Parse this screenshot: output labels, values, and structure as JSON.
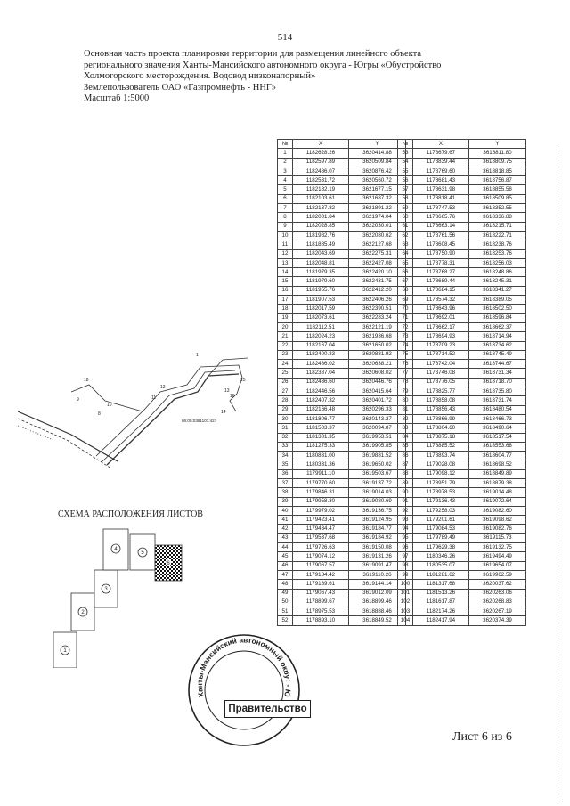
{
  "page_number": "514",
  "header": {
    "line1": "Основная часть проекта планировки территории для размещения линейного объекта",
    "line2": "регионального значения Ханты-Мансийского автономного округа - Югры «Обустройство",
    "line3": "Холмогорского месторождения. Водовод низконапорный»",
    "line4": "Землепользователь ОАО «Газпромнефть - ННГ»",
    "line5": "Масштаб 1:5000"
  },
  "table": {
    "headers": [
      "№",
      "X",
      "Y"
    ],
    "left_rows": [
      [
        "1",
        "1182628.26",
        "3620414.88"
      ],
      [
        "2",
        "1182597.89",
        "3620509.84"
      ],
      [
        "3",
        "1182486.07",
        "3620876.42"
      ],
      [
        "4",
        "1182531.72",
        "3620560.72"
      ],
      [
        "5",
        "1182182.19",
        "3621677.15"
      ],
      [
        "6",
        "1182103.61",
        "3621687.32"
      ],
      [
        "7",
        "1182137.82",
        "3621891.22"
      ],
      [
        "8",
        "1182001.84",
        "3621974.04"
      ],
      [
        "9",
        "1182028.85",
        "3622030.01"
      ],
      [
        "10",
        "1181982.76",
        "3622080.62"
      ],
      [
        "11",
        "1181885.49",
        "3622127.68"
      ],
      [
        "12",
        "1182043.69",
        "3622275.31"
      ],
      [
        "13",
        "1182048.81",
        "3622427.08"
      ],
      [
        "14",
        "1181979.35",
        "3622420.10"
      ],
      [
        "15",
        "1181979.60",
        "3622431.75"
      ],
      [
        "16",
        "1181955.76",
        "3622412.20"
      ],
      [
        "17",
        "1181907.53",
        "3622406.26"
      ],
      [
        "18",
        "1182017.59",
        "3622390.51"
      ],
      [
        "19",
        "1182073.61",
        "3622283.24"
      ],
      [
        "20",
        "1182112.51",
        "3622121.19"
      ],
      [
        "21",
        "1182024.23",
        "3621936.68"
      ],
      [
        "22",
        "1182167.04",
        "3621650.02"
      ],
      [
        "23",
        "1182400.33",
        "3620881.92"
      ],
      [
        "24",
        "1182486.02",
        "3620638.21"
      ],
      [
        "25",
        "1182387.04",
        "3620608.02"
      ],
      [
        "26",
        "1182436.60",
        "3620446.76"
      ],
      [
        "27",
        "1182446.56",
        "3620415.64"
      ],
      [
        "28",
        "1182407.32",
        "3620401.72"
      ],
      [
        "29",
        "1182166.48",
        "3620296.33"
      ],
      [
        "30",
        "1181806.77",
        "3620143.27"
      ],
      [
        "31",
        "1181503.37",
        "3620094.87"
      ],
      [
        "32",
        "1181301.35",
        "3619953.51"
      ],
      [
        "33",
        "1181275.33",
        "3619905.85"
      ],
      [
        "34",
        "1180831.00",
        "3619881.52"
      ],
      [
        "35",
        "1180331.36",
        "3619650.02"
      ],
      [
        "36",
        "1179911.10",
        "3619503.67"
      ],
      [
        "37",
        "1179770.60",
        "3619137.72"
      ],
      [
        "38",
        "1179846.31",
        "3619014.03"
      ],
      [
        "39",
        "1179958.30",
        "3619080.69"
      ],
      [
        "40",
        "1179979.02",
        "3619136.75"
      ],
      [
        "41",
        "1179423.41",
        "3619124.95"
      ],
      [
        "42",
        "1179434.47",
        "3619184.77"
      ],
      [
        "43",
        "1179537.68",
        "3619184.92"
      ],
      [
        "44",
        "1179726.63",
        "3619150.08"
      ],
      [
        "45",
        "1179074.12",
        "3619131.26"
      ],
      [
        "46",
        "1179067.57",
        "3619091.47"
      ],
      [
        "47",
        "1179184.42",
        "3619110.26"
      ],
      [
        "48",
        "1179189.61",
        "3619144.14"
      ],
      [
        "49",
        "1179067.43",
        "3619012.09"
      ],
      [
        "50",
        "1178899.67",
        "3618899.46"
      ],
      [
        "51",
        "1178975.53",
        "3618888.46"
      ],
      [
        "52",
        "1178893.10",
        "3618849.52"
      ]
    ],
    "right_rows": [
      [
        "53",
        "1178679.67",
        "3618811.80"
      ],
      [
        "54",
        "1178839.44",
        "3618809.75"
      ],
      [
        "55",
        "1178769.60",
        "3618818.85"
      ],
      [
        "56",
        "1178681.43",
        "3618756.87"
      ],
      [
        "57",
        "1178631.98",
        "3618855.58"
      ],
      [
        "58",
        "1178818.41",
        "3618509.85"
      ],
      [
        "59",
        "1178747.53",
        "3618352.55"
      ],
      [
        "60",
        "1178665.76",
        "3618336.88"
      ],
      [
        "61",
        "1178663.14",
        "3618215.71"
      ],
      [
        "62",
        "1178761.56",
        "3618222.71"
      ],
      [
        "63",
        "1178608.45",
        "3618238.76"
      ],
      [
        "64",
        "1178750.90",
        "3618253.76"
      ],
      [
        "65",
        "1178778.31",
        "3618256.03"
      ],
      [
        "66",
        "1178768.27",
        "3618248.86"
      ],
      [
        "67",
        "1178689.44",
        "3618245.31"
      ],
      [
        "68",
        "1178684.15",
        "3618341.27"
      ],
      [
        "69",
        "1178574.32",
        "3618389.05"
      ],
      [
        "70",
        "1178643.96",
        "3618502.50"
      ],
      [
        "71",
        "1178692.01",
        "3618596.84"
      ],
      [
        "72",
        "1178662.17",
        "3618662.37"
      ],
      [
        "73",
        "1178694.93",
        "3618714.94"
      ],
      [
        "74",
        "1178709.23",
        "3618734.62"
      ],
      [
        "75",
        "1178714.52",
        "3618745.49"
      ],
      [
        "76",
        "1178742.04",
        "3618744.67"
      ],
      [
        "77",
        "1178746.08",
        "3618731.34"
      ],
      [
        "78",
        "1178776.05",
        "3618718.70"
      ],
      [
        "79",
        "1178825.77",
        "3618735.80"
      ],
      [
        "80",
        "1178858.08",
        "3618731.74"
      ],
      [
        "81",
        "1178856.43",
        "3618480.54"
      ],
      [
        "82",
        "1178866.99",
        "3618466.73"
      ],
      [
        "83",
        "1178804.60",
        "3618490.64"
      ],
      [
        "84",
        "1178875.18",
        "3618517.54"
      ],
      [
        "85",
        "1178885.52",
        "3618553.68"
      ],
      [
        "86",
        "1178893.74",
        "3618604.77"
      ],
      [
        "87",
        "1179028.08",
        "3618698.52"
      ],
      [
        "88",
        "1179098.12",
        "3618849.89"
      ],
      [
        "89",
        "1178951.79",
        "3618879.38"
      ],
      [
        "90",
        "1178978.53",
        "3619014.48"
      ],
      [
        "91",
        "1179136.43",
        "3619072.64"
      ],
      [
        "92",
        "1179258.03",
        "3619082.60"
      ],
      [
        "93",
        "1179201.61",
        "3619098.62"
      ],
      [
        "94",
        "1179084.53",
        "3619082.76"
      ],
      [
        "95",
        "1179789.49",
        "3619115.73"
      ],
      [
        "96",
        "1179629.38",
        "3619132.75"
      ],
      [
        "97",
        "1180346.26",
        "3619494.49"
      ],
      [
        "98",
        "1180535.07",
        "3619654.07"
      ],
      [
        "99",
        "1181281.62",
        "3619962.59"
      ],
      [
        "100",
        "1181317.68",
        "3620037.62"
      ],
      [
        "101",
        "1181513.26",
        "3620263.06"
      ],
      [
        "102",
        "1181617.87",
        "3620268.83"
      ],
      [
        "103",
        "1182174.26",
        "3620267.19"
      ],
      [
        "104",
        "1182417.94",
        "3620374.39"
      ]
    ]
  },
  "plan_labels": [
    "1",
    "12",
    "11",
    "15",
    "16",
    "14",
    "13",
    "18",
    "9",
    "8",
    "10"
  ],
  "plan_caption": "86:05:0361101:427",
  "scheme": {
    "title": "СХЕМА РАСПОЛОЖЕНИЯ ЛИСТОВ",
    "sheets": [
      "1",
      "2",
      "3",
      "4",
      "5",
      "6"
    ]
  },
  "stamp": {
    "ring_text": "Ханты-Мансийский автономный округ - Югра",
    "label": "Правительство"
  },
  "sheet_label": "Лист 6 из 6"
}
